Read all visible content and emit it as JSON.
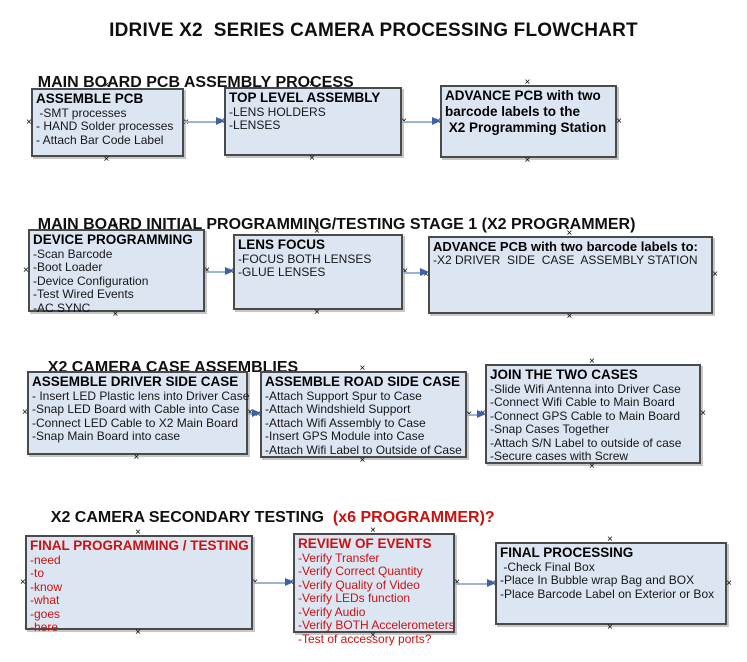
{
  "title": "IDRIVE X2  SERIES CAMERA PROCESSING FLOWCHART",
  "icons": {
    "connection_point": "×"
  },
  "colors": {
    "box_fill": "#dce6f2",
    "box_border": "#4a4a4a",
    "accent_red": "#cc1111",
    "arrow_line": "#9db4d0",
    "arrow_head": "#3b61a8",
    "text": "#000000"
  },
  "sections": [
    {
      "heading": "MAIN BOARD PCB ASSEMBLY PROCESS",
      "boxes": [
        {
          "title": "ASSEMBLE PCB",
          "items": [
            " -SMT processes",
            "- HAND Solder processes",
            "- Attach Bar Code Label"
          ]
        },
        {
          "title": "TOP LEVEL ASSEMBLY",
          "items": [
            "-LENS HOLDERS",
            "-LENSES"
          ]
        },
        {
          "lines": [
            "ADVANCE PCB with two",
            "barcode labels to the",
            " X2 Programming Station"
          ]
        }
      ]
    },
    {
      "heading": "MAIN BOARD INITIAL PROGRAMMING/TESTING STAGE 1 (X2 PROGRAMMER)",
      "boxes": [
        {
          "title": "DEVICE PROGRAMMING",
          "items": [
            "-Scan Barcode",
            "-Boot Loader",
            "-Device Configuration",
            "-Test Wired Events",
            "-AC SYNC"
          ]
        },
        {
          "title": "LENS FOCUS",
          "items": [
            "-FOCUS BOTH LENSES",
            "-GLUE LENSES"
          ]
        },
        {
          "title": "ADVANCE PCB with two barcode labels to:",
          "items": [
            "-X2 DRIVER  SIDE  CASE  ASSEMBLY STATION"
          ]
        }
      ]
    },
    {
      "heading": "X2 CAMERA CASE ASSEMBLIES",
      "boxes": [
        {
          "title": "ASSEMBLE DRIVER SIDE CASE",
          "items": [
            "- Insert LED Plastic lens into Driver Case",
            "-Snap LED Board with Cable into Case",
            "-Connect LED Cable to X2 Main Board",
            "-Snap Main Board into case"
          ]
        },
        {
          "title": "ASSEMBLE ROAD SIDE CASE",
          "items": [
            "-Attach Support Spur to Case",
            "-Attach Windshield Support",
            "-Attach Wifi Assembly to Case",
            "-Insert GPS Module into Case",
            "-Attach Wifi Label to Outside of Case"
          ]
        },
        {
          "title": "JOIN THE TWO CASES",
          "items": [
            "-Slide Wifi Antenna into Driver Case",
            "-Connect Wifi Cable to Main Board",
            "-Connect GPS Cable to Main Board",
            "-Snap Cases Together",
            "-Attach S/N Label to outside of case",
            "-Secure cases with Screw"
          ]
        }
      ]
    },
    {
      "heading": "X2 CAMERA SECONDARY TESTING  ",
      "heading_red": "(x6 PROGRAMMER)?",
      "boxes": [
        {
          "title": "FINAL PROGRAMMING / TESTING",
          "items": [
            "-need",
            "-to",
            "-know",
            "-what",
            "-goes",
            "-here"
          ]
        },
        {
          "title": "REVIEW OF EVENTS",
          "items": [
            "-Verify Transfer",
            "-Verify Correct Quantity",
            "-Verify Quality of Video",
            "-Verify LEDs function",
            "-Verify Audio",
            "-Verify BOTH Accelerometers",
            "-Test of accessory ports?"
          ]
        },
        {
          "title": "FINAL PROCESSING",
          "items": [
            " -Check Final Box",
            "-Place In Bubble wrap Bag and BOX",
            "-Place Barcode Label on Exterior or Box"
          ]
        }
      ]
    }
  ]
}
